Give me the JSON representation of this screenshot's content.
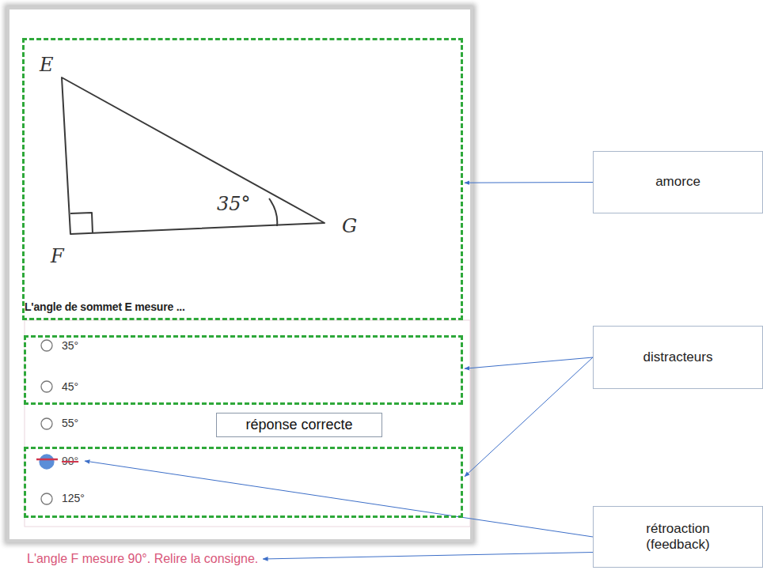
{
  "diagram": {
    "nodes": [
      {
        "text": [
          "L'angle de sommet E mesure ..."
        ]
      },
      {},
      {
        "text": [
          "35°"
        ],
        "in": 1
      },
      {
        "text": [
          "45°"
        ],
        "in": 1
      },
      {
        "text": [
          "réponse correcte"
        ]
      },
      {},
      {
        "text": [
          "90°"
        ],
        "in": 5
      },
      {
        "text": [
          "125°"
        ],
        "in": 5
      },
      {
        "text": [
          "L'angle F mesure 90°. Relire la consigne."
        ]
      },
      {
        "text": [
          "amorce"
        ]
      },
      {
        "text": [
          "distracteurs"
        ]
      },
      {
        "text": [
          "rétroaction (feedback)"
        ]
      }
    ],
    "edges": [
      {
        "from": 9,
        "to": 0,
        "arrow": "to"
      },
      {
        "from": 10,
        "to": 1,
        "arrow": "to"
      },
      {
        "from": 10,
        "to": 5,
        "arrow": "to"
      },
      {
        "from": 11,
        "to": 6,
        "arrow": "to"
      },
      {
        "from": 11,
        "to": 8,
        "arrow": "to"
      }
    ],
    "labels": [
      "E",
      "F",
      "G",
      "35°",
      "55°"
    ]
  }
}
